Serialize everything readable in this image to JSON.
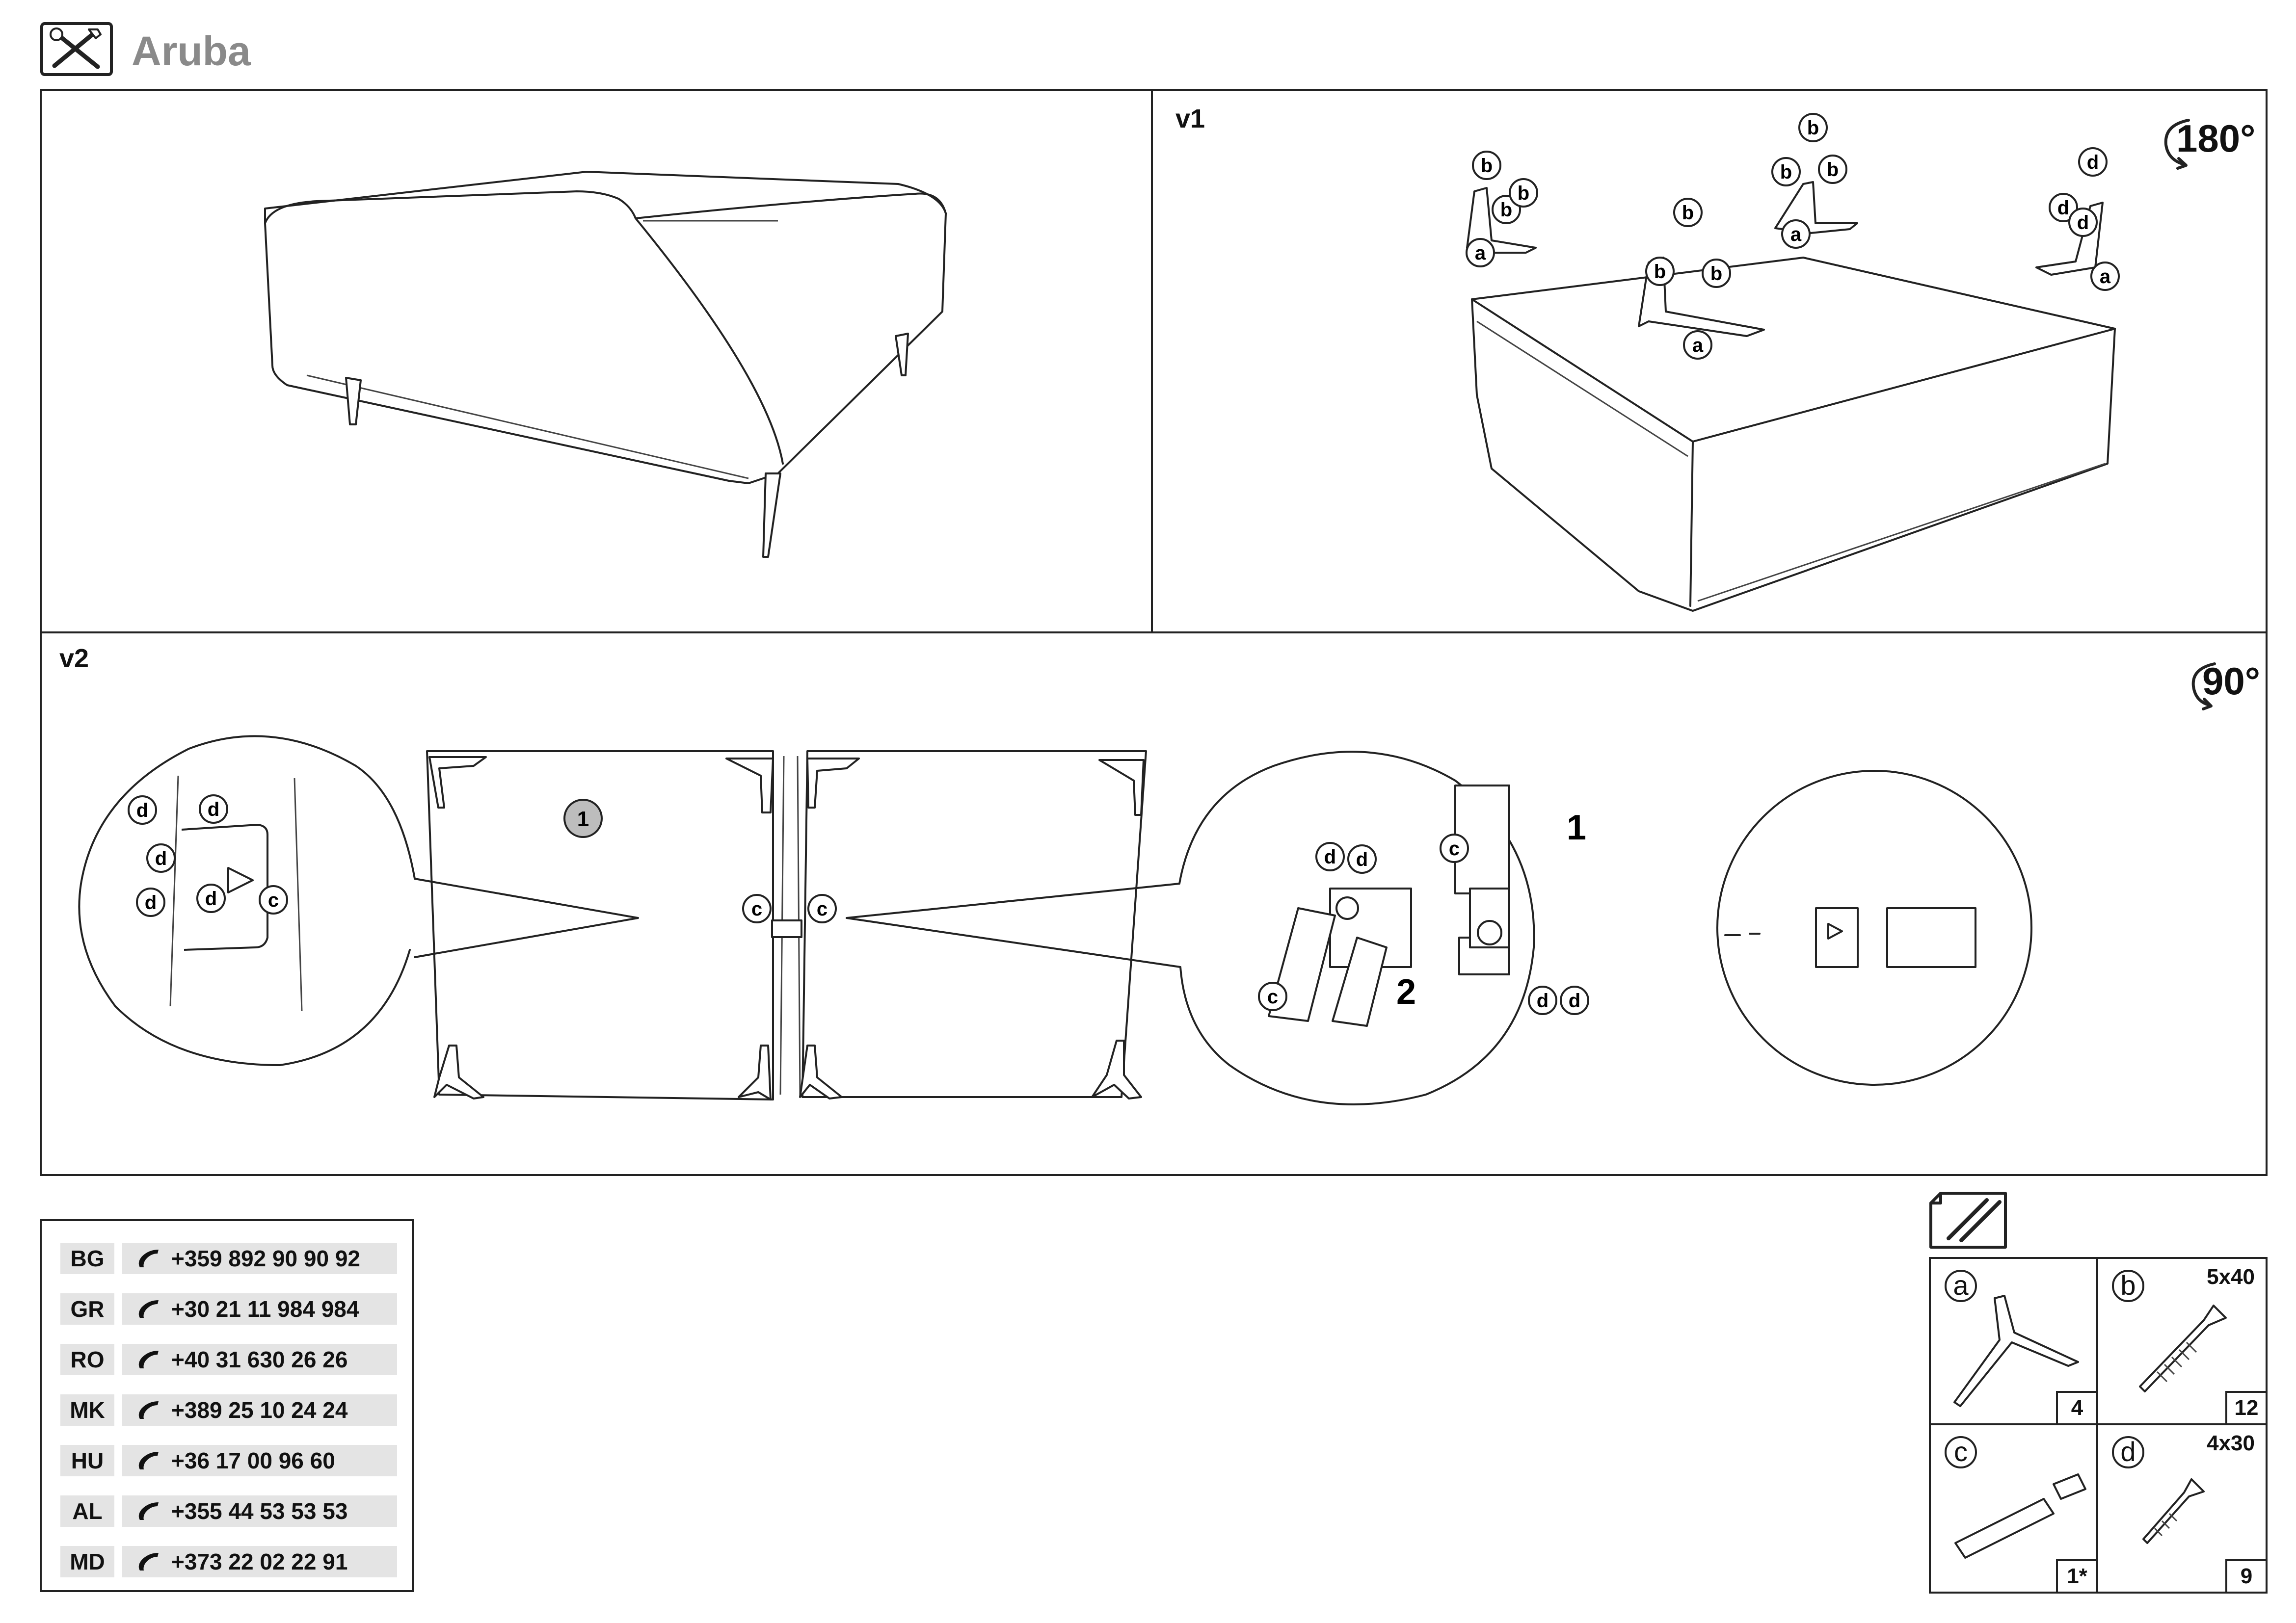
{
  "header": {
    "title": "Aruba",
    "icon": "tools-icon"
  },
  "steps": {
    "v1": {
      "label": "v1",
      "rotation": "180°"
    },
    "v2": {
      "label": "v2",
      "rotation": "90°",
      "step_one": "1",
      "detail_one": "1",
      "detail_two": "2"
    }
  },
  "callouts": {
    "a": "a",
    "b": "b",
    "c": "c",
    "d": "d"
  },
  "contacts": [
    {
      "code": "BG",
      "phone": "+359 892 90 90 92"
    },
    {
      "code": "GR",
      "phone": "+30 21 11 984 984"
    },
    {
      "code": "RO",
      "phone": "+40 31 630 26 26"
    },
    {
      "code": "MK",
      "phone": "+389 25 10 24 24"
    },
    {
      "code": "HU",
      "phone": "+36 17 00 96 60"
    },
    {
      "code": "AL",
      "phone": "+355 44 53 53 53"
    },
    {
      "code": "MD",
      "phone": "+373 22 02 22 91"
    }
  ],
  "parts": {
    "icon": "screws-icon",
    "items": [
      {
        "letter": "a",
        "size": "",
        "qty": "4"
      },
      {
        "letter": "b",
        "size": "5x40",
        "qty": "12"
      },
      {
        "letter": "c",
        "size": "",
        "qty": "1*"
      },
      {
        "letter": "d",
        "size": "4x30",
        "qty": "9"
      }
    ]
  }
}
